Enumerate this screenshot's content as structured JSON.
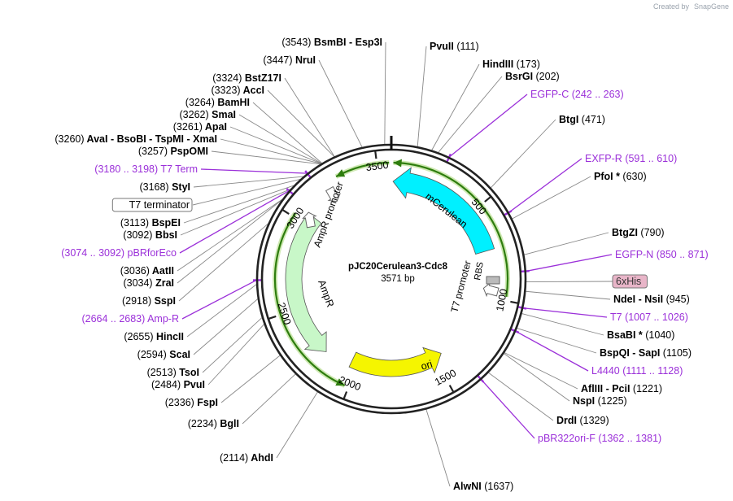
{
  "watermark": {
    "created_by": "Created by",
    "brand": "SnapGene"
  },
  "plasmid": {
    "name": "pJC20Cerulean3-Cdc8",
    "size": "3571 bp",
    "length": 3571
  },
  "colors": {
    "feature_purple": "#9b30d9",
    "ori_yellow": "#f5f500",
    "mcerulean_cyan": "#00f0ff",
    "ampr_green": "#c8f7c8",
    "arrow_green": "#2e7d0e",
    "his_tag": "#e8b5c8"
  },
  "ticks": [
    {
      "pos": 500,
      "label": "500"
    },
    {
      "pos": 1000,
      "label": "1000"
    },
    {
      "pos": 1500,
      "label": "1500"
    },
    {
      "pos": 2000,
      "label": "2000"
    },
    {
      "pos": 2500,
      "label": "2500"
    },
    {
      "pos": 3000,
      "label": "3000"
    },
    {
      "pos": 3500,
      "label": "3500"
    }
  ],
  "sites": [
    {
      "id": "esp3i",
      "parts": [
        [
          "(3543)",
          "n"
        ],
        [
          "BsmBI",
          "b"
        ],
        [
          " - Esp3I",
          "b"
        ]
      ],
      "pos": 3543,
      "color": "#333"
    },
    {
      "id": "nrui",
      "parts": [
        [
          "(3447)",
          "n"
        ],
        [
          "NruI",
          "b"
        ]
      ],
      "pos": 3447,
      "color": "#333"
    },
    {
      "id": "bstz17i",
      "parts": [
        [
          "(3324)",
          "n"
        ],
        [
          "BstZ17I",
          "b"
        ]
      ],
      "pos": 3324,
      "color": "#333"
    },
    {
      "id": "acci",
      "parts": [
        [
          "(3323)",
          "n"
        ],
        [
          "AccI",
          "b"
        ]
      ],
      "pos": 3323,
      "color": "#333"
    },
    {
      "id": "bamhi",
      "parts": [
        [
          "(3264)",
          "n"
        ],
        [
          "BamHI",
          "b"
        ]
      ],
      "pos": 3264,
      "color": "#333"
    },
    {
      "id": "smai",
      "parts": [
        [
          "(3262)",
          "n"
        ],
        [
          "SmaI",
          "b"
        ]
      ],
      "pos": 3262,
      "color": "#333"
    },
    {
      "id": "apai",
      "parts": [
        [
          "(3261)",
          "n"
        ],
        [
          "ApaI",
          "b"
        ]
      ],
      "pos": 3261,
      "color": "#333"
    },
    {
      "id": "xmai",
      "parts": [
        [
          "(3260)",
          "n"
        ],
        [
          "AvaI",
          "b"
        ],
        [
          " - BsoBI",
          "b"
        ],
        [
          " - TspMI",
          "b"
        ],
        [
          " - XmaI",
          "b"
        ]
      ],
      "pos": 3260,
      "color": "#333"
    },
    {
      "id": "pspomi",
      "parts": [
        [
          "(3257)",
          "n"
        ],
        [
          "PspOMI",
          "b"
        ]
      ],
      "pos": 3257,
      "color": "#333"
    },
    {
      "id": "t7term",
      "parts": [
        [
          "(3180 .. 3198)",
          "p"
        ],
        [
          "T7 Term",
          "p"
        ]
      ],
      "pos": 3189,
      "color": "#9b30d9"
    },
    {
      "id": "styi",
      "parts": [
        [
          "(3168)",
          "n"
        ],
        [
          "StyI",
          "b"
        ]
      ],
      "pos": 3168,
      "color": "#333"
    },
    {
      "id": "t7terminator",
      "parts": [
        [
          "T7 terminator",
          "box"
        ]
      ],
      "pos": 3150,
      "color": "#333"
    },
    {
      "id": "bspei",
      "parts": [
        [
          "(3113)",
          "n"
        ],
        [
          "BspEI",
          "b"
        ]
      ],
      "pos": 3113,
      "color": "#333"
    },
    {
      "id": "bbsi",
      "parts": [
        [
          "(3092)",
          "n"
        ],
        [
          "BbsI",
          "b"
        ]
      ],
      "pos": 3092,
      "color": "#333"
    },
    {
      "id": "pbrforeco",
      "parts": [
        [
          "(3074 .. 3092)",
          "p"
        ],
        [
          "pBRforEco",
          "p"
        ]
      ],
      "pos": 3083,
      "color": "#9b30d9"
    },
    {
      "id": "aatii",
      "parts": [
        [
          "(3036)",
          "n"
        ],
        [
          "AatII",
          "b"
        ]
      ],
      "pos": 3036,
      "color": "#333"
    },
    {
      "id": "zrai",
      "parts": [
        [
          "(3034)",
          "n"
        ],
        [
          "ZraI",
          "b"
        ]
      ],
      "pos": 3034,
      "color": "#333"
    },
    {
      "id": "sspi",
      "parts": [
        [
          "(2918)",
          "n"
        ],
        [
          "SspI",
          "b"
        ]
      ],
      "pos": 2918,
      "color": "#333"
    },
    {
      "id": "ampr_primer",
      "parts": [
        [
          "(2664 .. 2683)",
          "p"
        ],
        [
          "Amp-R",
          "p"
        ]
      ],
      "pos": 2673,
      "color": "#9b30d9"
    },
    {
      "id": "hincii",
      "parts": [
        [
          "(2655)",
          "n"
        ],
        [
          "HincII",
          "b"
        ]
      ],
      "pos": 2655,
      "color": "#333"
    },
    {
      "id": "scai",
      "parts": [
        [
          "(2594)",
          "n"
        ],
        [
          "ScaI",
          "b"
        ]
      ],
      "pos": 2594,
      "color": "#333"
    },
    {
      "id": "tsoi",
      "parts": [
        [
          "(2513)",
          "n"
        ],
        [
          "TsoI",
          "b"
        ]
      ],
      "pos": 2513,
      "color": "#333"
    },
    {
      "id": "pvui",
      "parts": [
        [
          "(2484)",
          "n"
        ],
        [
          "PvuI",
          "b"
        ]
      ],
      "pos": 2484,
      "color": "#333"
    },
    {
      "id": "fspi",
      "parts": [
        [
          "(2336)",
          "n"
        ],
        [
          "FspI",
          "b"
        ]
      ],
      "pos": 2336,
      "color": "#333"
    },
    {
      "id": "bgli",
      "parts": [
        [
          "(2234)",
          "n"
        ],
        [
          "BglI",
          "b"
        ]
      ],
      "pos": 2234,
      "color": "#333"
    },
    {
      "id": "ahdi",
      "parts": [
        [
          "(2114)",
          "n"
        ],
        [
          "AhdI",
          "b"
        ]
      ],
      "pos": 2114,
      "color": "#333"
    },
    {
      "id": "alwni",
      "parts": [
        [
          "AlwNI",
          "b"
        ],
        [
          "(1637)",
          "n"
        ]
      ],
      "pos": 1637,
      "color": "#333"
    },
    {
      "id": "pvuii",
      "parts": [
        [
          "PvuII",
          "b"
        ],
        [
          "(111)",
          "n"
        ]
      ],
      "pos": 111,
      "color": "#333"
    },
    {
      "id": "hindiii",
      "parts": [
        [
          "HindIII",
          "b"
        ],
        [
          "(173)",
          "n"
        ]
      ],
      "pos": 173,
      "color": "#333"
    },
    {
      "id": "bsrgi",
      "parts": [
        [
          "BsrGI",
          "b"
        ],
        [
          "(202)",
          "n"
        ]
      ],
      "pos": 202,
      "color": "#333"
    },
    {
      "id": "egfpc",
      "parts": [
        [
          "EGFP-C",
          "p"
        ],
        [
          "(242 .. 263)",
          "p"
        ]
      ],
      "pos": 252,
      "color": "#9b30d9"
    },
    {
      "id": "btgi",
      "parts": [
        [
          "BtgI",
          "b"
        ],
        [
          "(471)",
          "n"
        ]
      ],
      "pos": 471,
      "color": "#333"
    },
    {
      "id": "exfpr",
      "parts": [
        [
          "EXFP-R",
          "p"
        ],
        [
          "(591 .. 610)",
          "p"
        ]
      ],
      "pos": 600,
      "color": "#9b30d9"
    },
    {
      "id": "pfoi",
      "parts": [
        [
          "PfoI *",
          "b"
        ],
        [
          "(630)",
          "n"
        ]
      ],
      "pos": 630,
      "color": "#333"
    },
    {
      "id": "btgzi",
      "parts": [
        [
          "BtgZI",
          "b"
        ],
        [
          "(790)",
          "n"
        ]
      ],
      "pos": 790,
      "color": "#333"
    },
    {
      "id": "egfpn",
      "parts": [
        [
          "EGFP-N",
          "p"
        ],
        [
          "(850 .. 871)",
          "p"
        ]
      ],
      "pos": 860,
      "color": "#9b30d9"
    },
    {
      "id": "his",
      "parts": [
        [
          "6xHis",
          "his"
        ]
      ],
      "pos": 905,
      "color": "#333"
    },
    {
      "id": "nsii",
      "parts": [
        [
          "NdeI",
          "b"
        ],
        [
          " - NsiI",
          "b"
        ],
        [
          "(945)",
          "n"
        ]
      ],
      "pos": 945,
      "color": "#333"
    },
    {
      "id": "t7",
      "parts": [
        [
          "T7",
          "p"
        ],
        [
          "(1007 .. 1026)",
          "p"
        ]
      ],
      "pos": 1016,
      "color": "#9b30d9"
    },
    {
      "id": "bsabi",
      "parts": [
        [
          "BsaBI *",
          "b"
        ],
        [
          "(1040)",
          "n"
        ]
      ],
      "pos": 1040,
      "color": "#333"
    },
    {
      "id": "sapi",
      "parts": [
        [
          "BspQI",
          "b"
        ],
        [
          " - SapI",
          "b"
        ],
        [
          "(1105)",
          "n"
        ]
      ],
      "pos": 1105,
      "color": "#333"
    },
    {
      "id": "l4440",
      "parts": [
        [
          "L4440",
          "p"
        ],
        [
          "(1111 .. 1128)",
          "p"
        ]
      ],
      "pos": 1119,
      "color": "#9b30d9"
    },
    {
      "id": "pcii",
      "parts": [
        [
          "AflIII",
          "b"
        ],
        [
          " - PciI",
          "b"
        ],
        [
          "(1221)",
          "n"
        ]
      ],
      "pos": 1221,
      "color": "#333"
    },
    {
      "id": "nspi",
      "parts": [
        [
          "NspI",
          "b"
        ],
        [
          "(1225)",
          "n"
        ]
      ],
      "pos": 1225,
      "color": "#333"
    },
    {
      "id": "drdi",
      "parts": [
        [
          "DrdI",
          "b"
        ],
        [
          "(1329)",
          "n"
        ]
      ],
      "pos": 1329,
      "color": "#333"
    },
    {
      "id": "pbr322",
      "parts": [
        [
          "pBR322ori-F",
          "p"
        ],
        [
          "(1362 .. 1381)",
          "p"
        ]
      ],
      "pos": 1371,
      "color": "#9b30d9"
    }
  ],
  "features": [
    {
      "id": "mcerulean",
      "label": "mCerulean",
      "start": 10,
      "end": 730,
      "color": "#00f0ff",
      "direction": "reverse"
    },
    {
      "id": "ampr",
      "label": "AmpR",
      "start": 2200,
      "end": 3060,
      "color": "#c8f7c8",
      "direction": "reverse"
    },
    {
      "id": "ori",
      "label": "ori",
      "start": 1450,
      "end": 2040,
      "color": "#f5f500",
      "direction": "reverse"
    }
  ],
  "inner_labels": {
    "ampr_promoter": "AmpR promoter",
    "t7_promoter": "T7 promoter",
    "rbs": "RBS"
  }
}
